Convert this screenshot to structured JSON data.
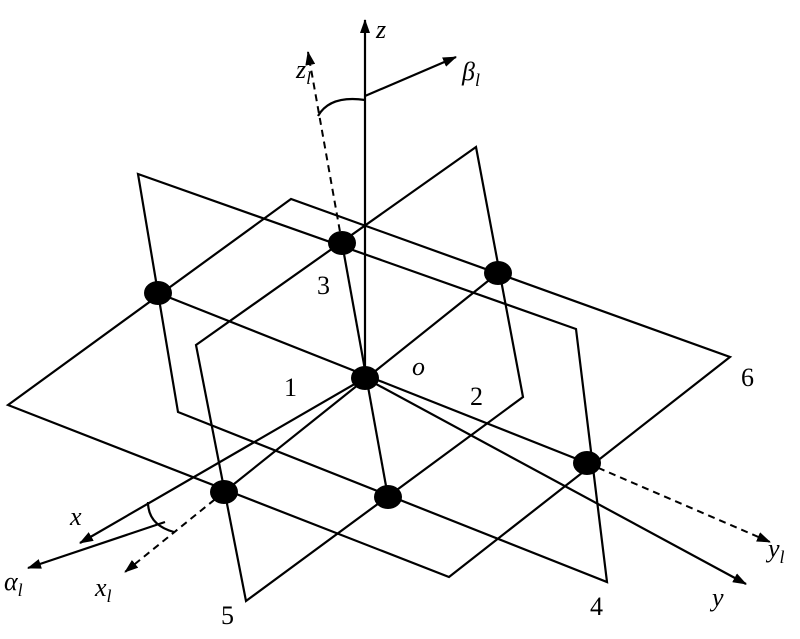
{
  "diagram": {
    "axes": {
      "z": "z",
      "z_l": {
        "main": "z",
        "sub": "l"
      },
      "beta_l": {
        "main": "β",
        "sub": "l"
      },
      "x": "x",
      "x_l": {
        "main": "x",
        "sub": "l"
      },
      "alpha_l": {
        "main": "α",
        "sub": "l"
      },
      "y": "y",
      "y_l": {
        "main": "y",
        "sub": "l"
      }
    },
    "origin_label": "o",
    "plane_labels": [
      "1",
      "2",
      "3",
      "4",
      "5",
      "6"
    ],
    "colors": {
      "line": "#000000",
      "background": "#ffffff"
    }
  }
}
